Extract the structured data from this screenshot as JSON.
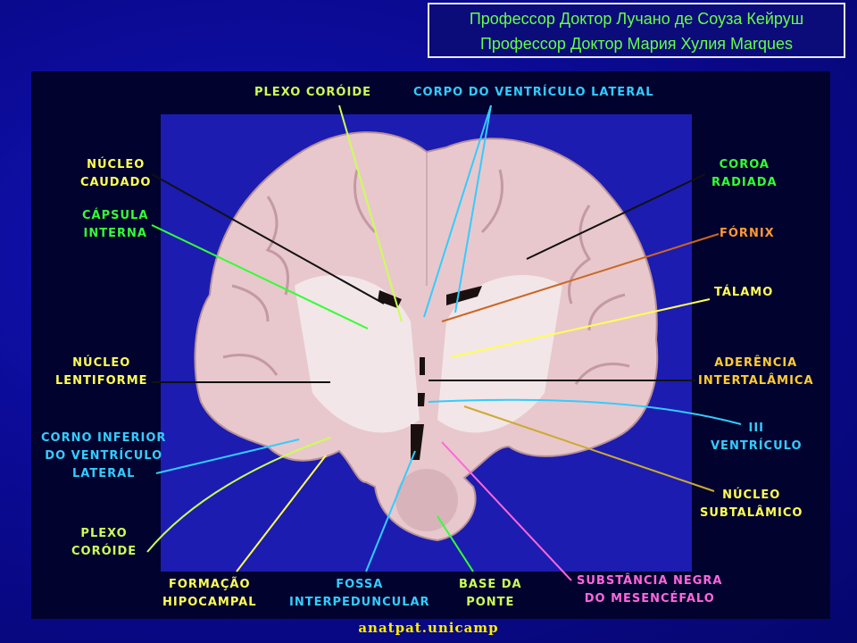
{
  "credits": {
    "line1": "Профессор Доктор Лучано де Соуза Кейруш",
    "line2": "Профессор Доктор Мария Хулия Marques"
  },
  "labels": {
    "plexo_coroide_top": "PLEXO  CORÓIDE",
    "corpo_ventriculo": "CORPO  DO VENTRÍCULO  LATERAL",
    "nucleo_caudado": "NÚCLEO\nCAUDADO",
    "capsula_interna": "CÁPSULA\nINTERNA",
    "nucleo_lentiforme": "NÚCLEO\nLENTIFORME",
    "corno_inferior": "CORNO  INFERIOR\nDO  VENTRÍCULO\nLATERAL",
    "plexo_coroide_bottom": "PLEXO\nCORÓIDE",
    "formacao_hipocampal": "FORMAÇÃO\nHIPOCAMPAL",
    "fossa_interpeduncular": "FOSSA\nINTERPEDUNCULAR",
    "base_ponte": "BASE  DA\nPONTE",
    "substancia_negra": "SUBSTÂNCIA  NEGRA\nDO  MESENCÉFALO",
    "coroa_radiada": "COROA\nRADIADA",
    "fornix": "FÓRNIX",
    "talamo": "TÁLAMO",
    "aderencia": "ADERÊNCIA\nINTERTALÂMICA",
    "iii_ventriculo": "III\nVENTRÍCULO",
    "nucleo_subtalamico": "NÚCLEO\nSUBTALÂMICO"
  },
  "colors": {
    "yellow": "#ffff55",
    "lime": "#ccff55",
    "green": "#33ff33",
    "cyan": "#33ccff",
    "orange": "#ff9933",
    "magenta": "#ff66dd",
    "gold": "#ffcc33"
  },
  "footer": "anatpat.unicamp"
}
